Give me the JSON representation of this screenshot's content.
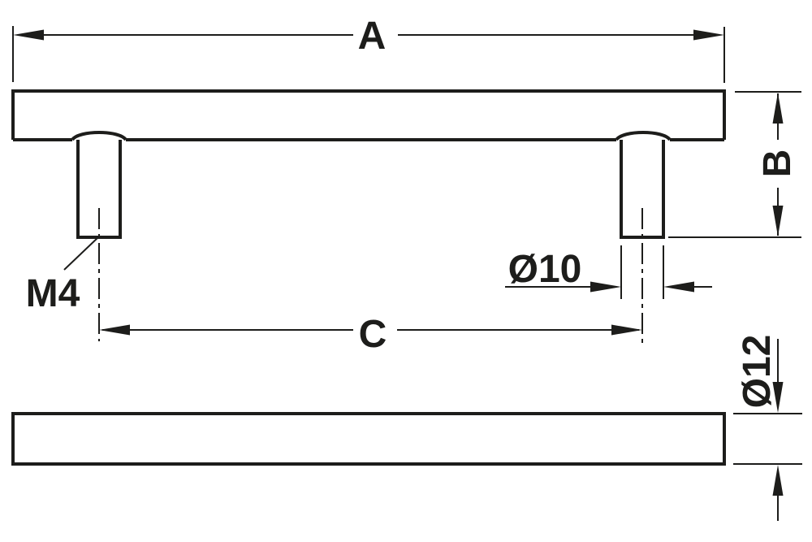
{
  "drawing": {
    "description": "Furniture bar handle dimension drawing, front view with two fixing posts and side profile view",
    "colors": {
      "line": "#1d1d1b",
      "background": "#ffffff"
    },
    "labels": {
      "overall_length": "A",
      "projection_height": "B",
      "hole_spacing": "C",
      "thread_size": "M4",
      "post_diameter": "Ø10",
      "bar_diameter": "Ø12"
    }
  }
}
